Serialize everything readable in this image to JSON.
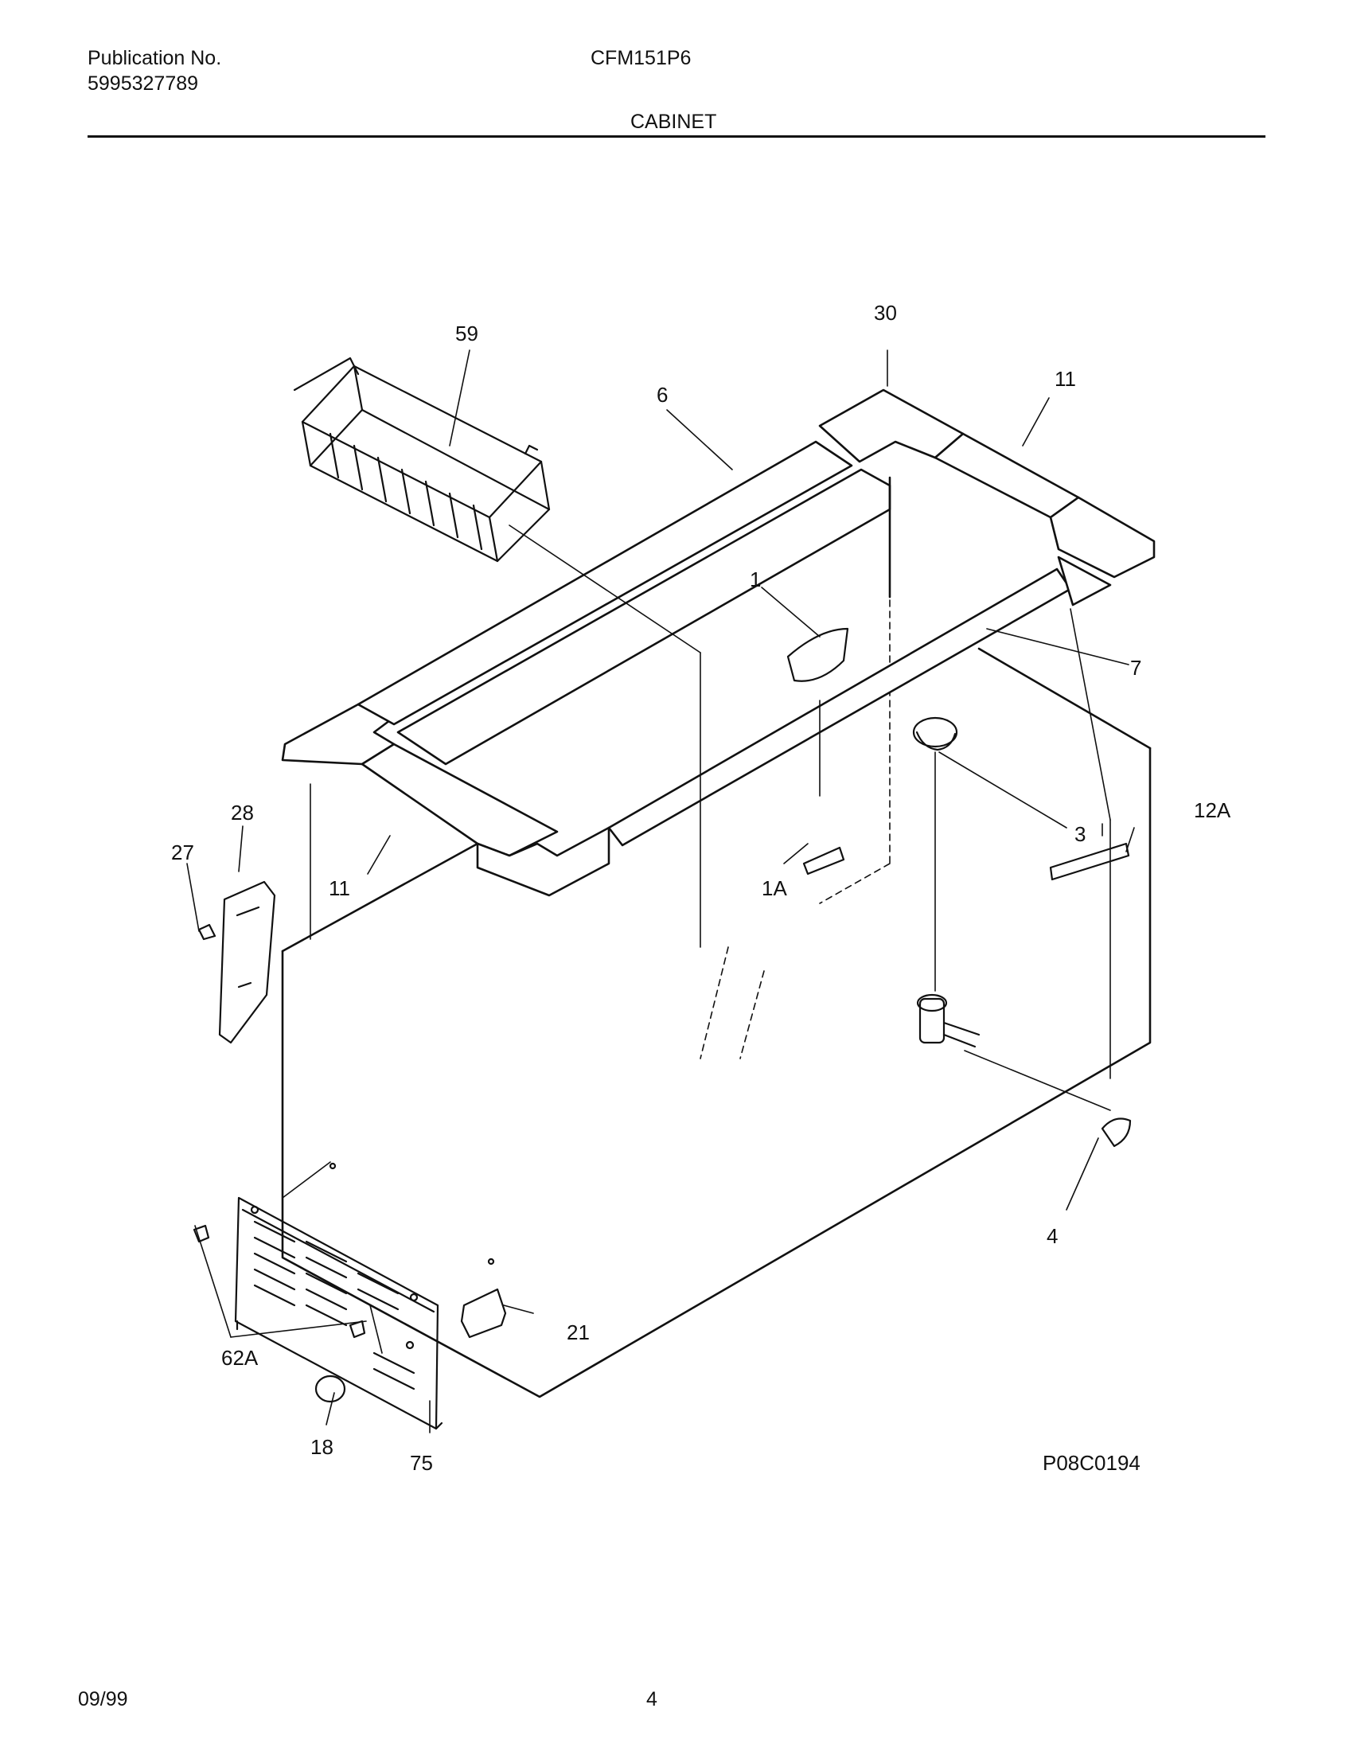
{
  "header": {
    "publication_label": "Publication No.",
    "publication_number": "5995327789",
    "model": "CFM151P6",
    "section_title": "CABINET"
  },
  "diagram": {
    "callouts": {
      "c59": "59",
      "c30": "30",
      "c6": "6",
      "c11_top": "11",
      "c1": "1",
      "c7": "7",
      "c28": "28",
      "c27": "27",
      "c11_left": "11",
      "c1A": "1A",
      "c3": "3",
      "c12A": "12A",
      "c4": "4",
      "c21": "21",
      "c62A": "62A",
      "c18": "18",
      "c75": "75"
    },
    "drawing_code": "P08C0194"
  },
  "footer": {
    "date": "09/99",
    "page": "4"
  }
}
